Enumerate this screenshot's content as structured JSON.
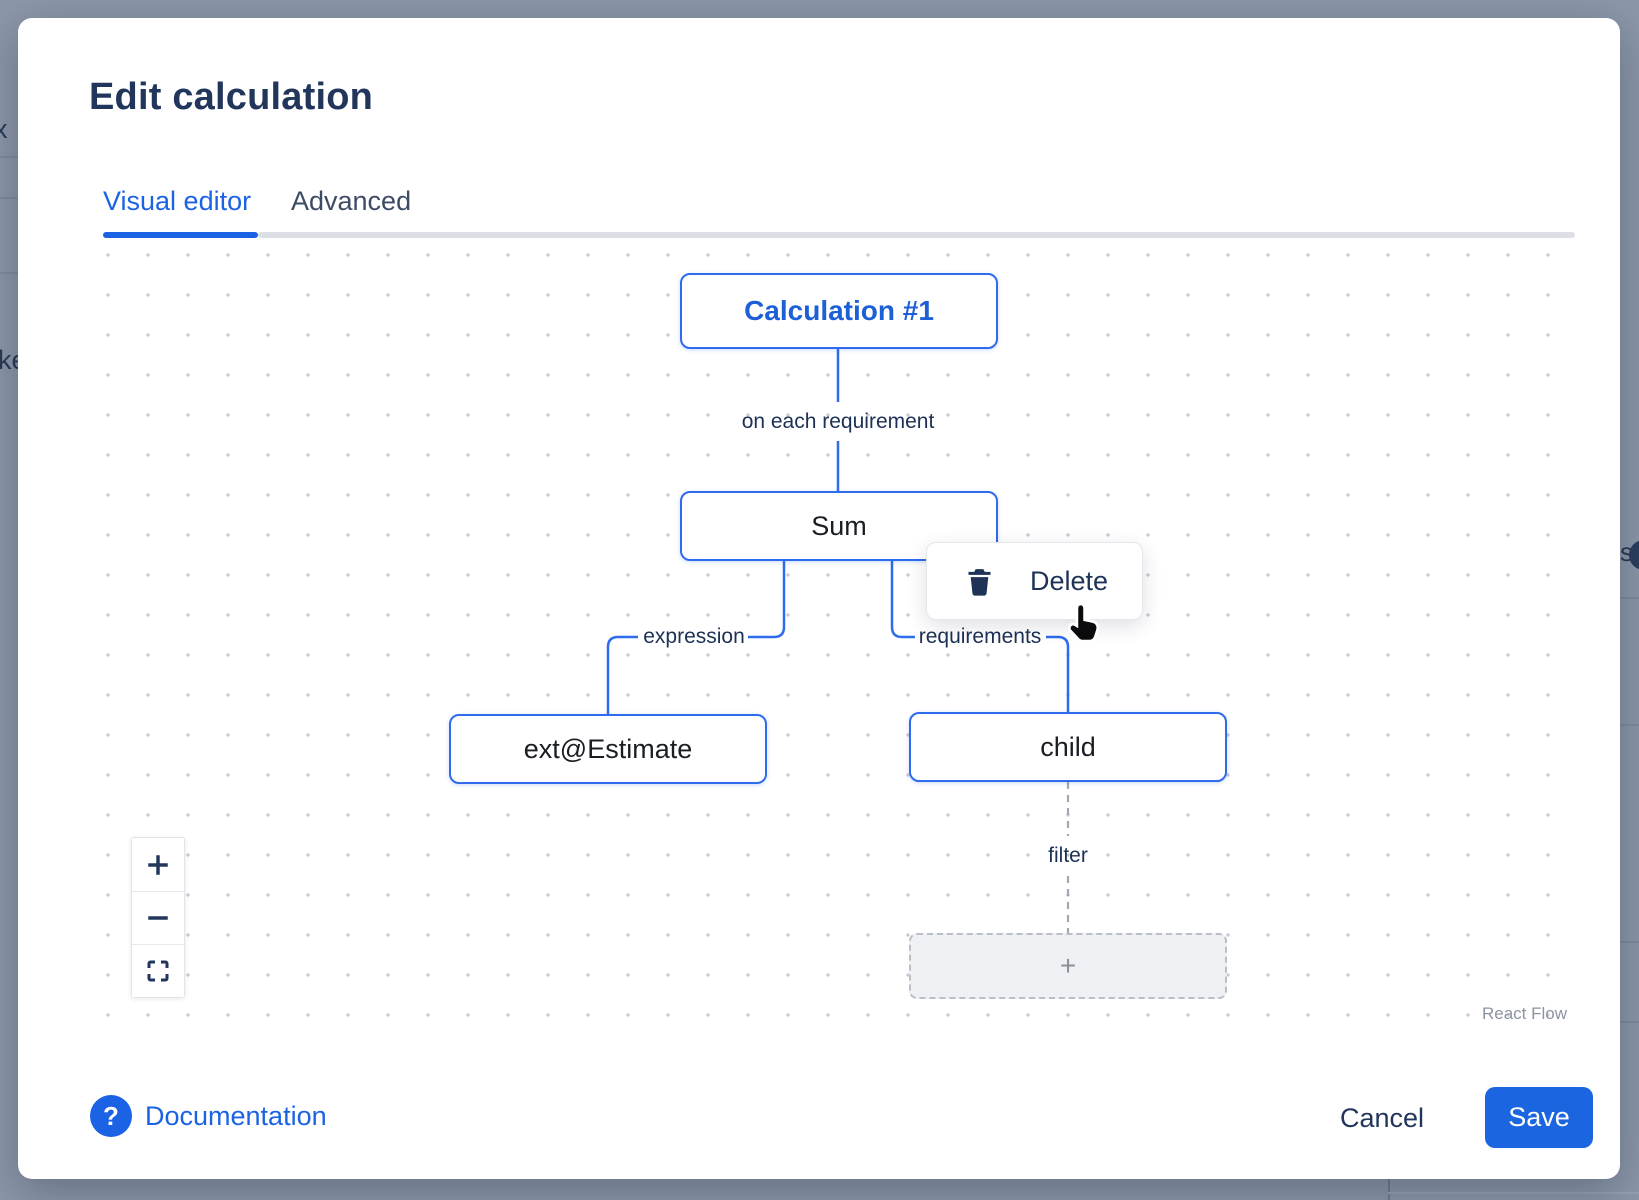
{
  "backdrop": {
    "fragments": {
      "left_text_top": "x",
      "left_text_mid": "ke",
      "right_text": "s"
    }
  },
  "modal": {
    "title": "Edit calculation",
    "tabs": [
      {
        "label": "Visual editor",
        "active": true
      },
      {
        "label": "Advanced",
        "active": false
      }
    ],
    "flow": {
      "nodes": {
        "calculation": {
          "label": "Calculation #1"
        },
        "sum": {
          "label": "Sum"
        },
        "expression": {
          "label": "ext@Estimate"
        },
        "child": {
          "label": "child"
        },
        "placeholder": {
          "label": "+"
        }
      },
      "edge_labels": {
        "root_to_sum": "on each requirement",
        "sum_to_expression": "expression",
        "sum_to_child": "requirements",
        "child_to_placeholder": "filter"
      },
      "context_menu": {
        "delete_label": "Delete",
        "icon": "trash-icon"
      },
      "controls": {
        "zoom_in_icon": "+",
        "zoom_out_icon": "−",
        "fit_view_icon": "fit-view"
      },
      "attribution": "React Flow"
    },
    "footer": {
      "help_icon": "?",
      "documentation_label": "Documentation",
      "cancel_label": "Cancel",
      "save_label": "Save"
    }
  },
  "colors": {
    "accent_blue": "#1b63e4",
    "edge_blue": "#2e6bed",
    "node_title_blue": "#1d5fd6",
    "dark_navy": "#22365c",
    "backdrop": "#8c97a9",
    "save_button": "#1b66e0"
  }
}
